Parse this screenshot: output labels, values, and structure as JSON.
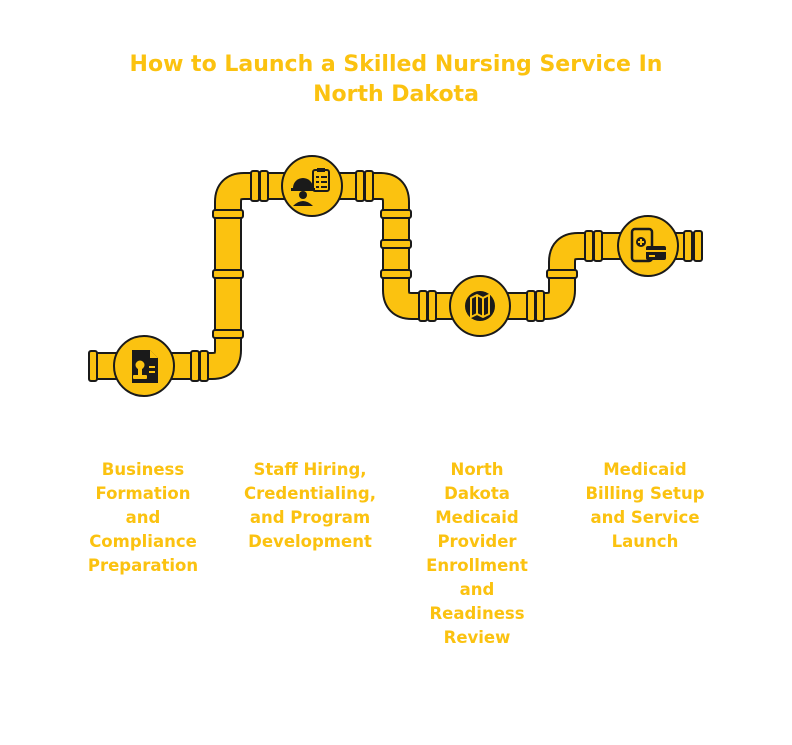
{
  "title": "How to Launch a Skilled Nursing Service In North Dakota",
  "colors": {
    "accent": "#FBC210",
    "pipe_outline": "#1a1a1a",
    "icon": "#1a1a1a"
  },
  "steps": [
    {
      "label": "Business Formation and Compliance Preparation",
      "icon": "document-stamp-icon"
    },
    {
      "label": "Staff Hiring, Credentialing, and Program Development",
      "icon": "worker-clipboard-icon"
    },
    {
      "label": "North Dakota Medicaid Provider Enrollment and Readiness Review",
      "icon": "map-icon"
    },
    {
      "label": "Medicaid Billing Setup and Service Launch",
      "icon": "phone-payment-icon"
    }
  ]
}
